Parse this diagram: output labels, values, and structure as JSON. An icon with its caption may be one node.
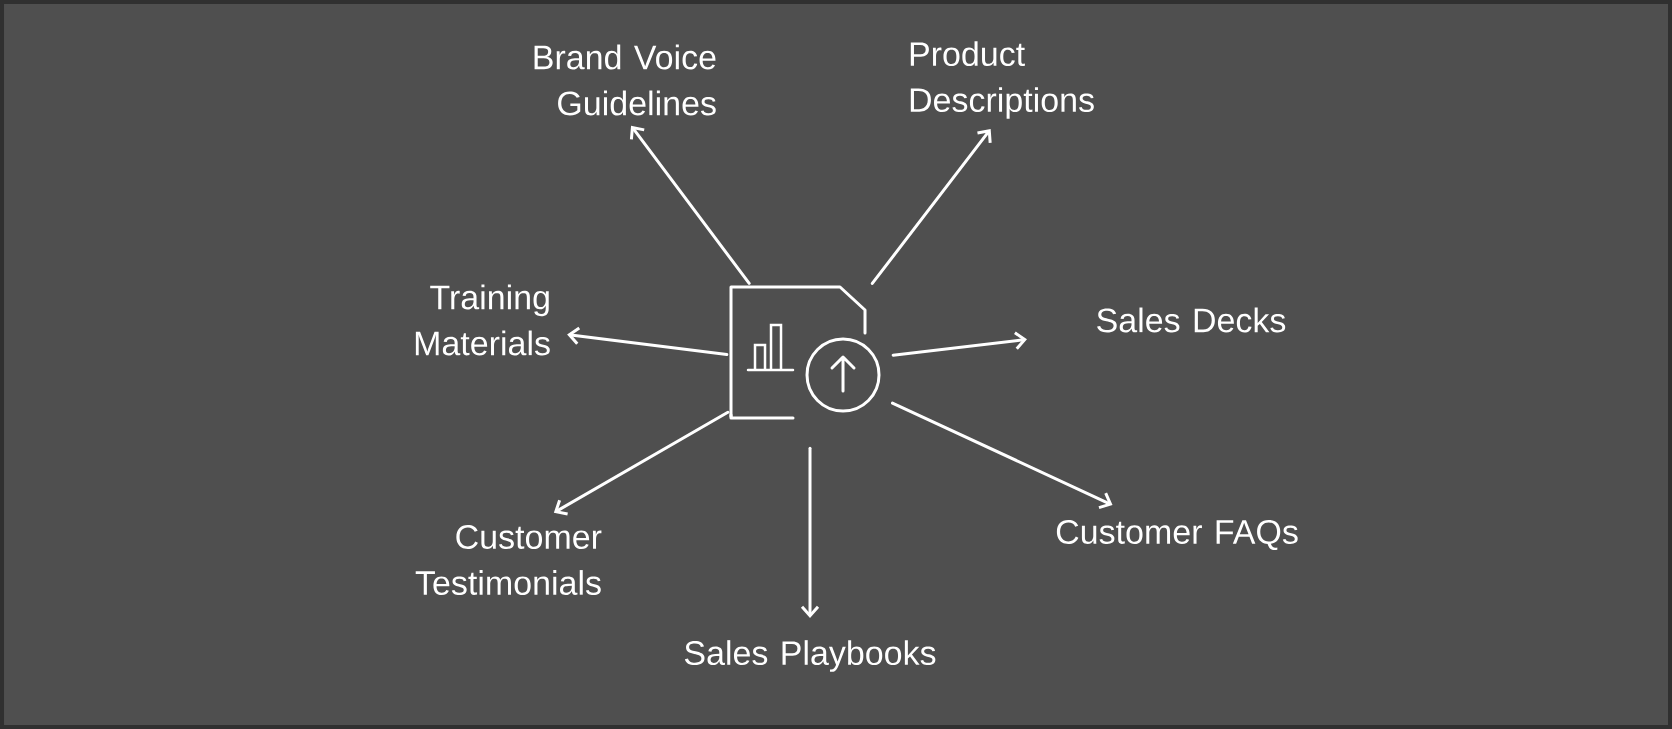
{
  "diagram": {
    "nodes": [
      {
        "text": [],
        "shape": "picture"
      },
      {
        "text": [
          "Brand Voice Guidelines"
        ]
      },
      {
        "text": [
          "Product Descriptions"
        ]
      },
      {
        "text": [
          "Training Materials"
        ]
      },
      {
        "text": [
          "Sales Decks"
        ]
      },
      {
        "text": [
          "Customer Testimonials"
        ]
      },
      {
        "text": [
          "Customer FAQs"
        ]
      },
      {
        "text": [
          "Sales Playbooks"
        ]
      }
    ],
    "edges": [
      {
        "from": 0,
        "to": 1,
        "arrow": "to"
      },
      {
        "from": 0,
        "to": 2,
        "arrow": "to"
      },
      {
        "from": 0,
        "to": 3,
        "arrow": "to"
      },
      {
        "from": 0,
        "to": 4,
        "arrow": "to"
      },
      {
        "from": 0,
        "to": 5,
        "arrow": "to"
      },
      {
        "from": 0,
        "to": 6,
        "arrow": "to"
      },
      {
        "from": 0,
        "to": 7,
        "arrow": "to"
      }
    ]
  }
}
